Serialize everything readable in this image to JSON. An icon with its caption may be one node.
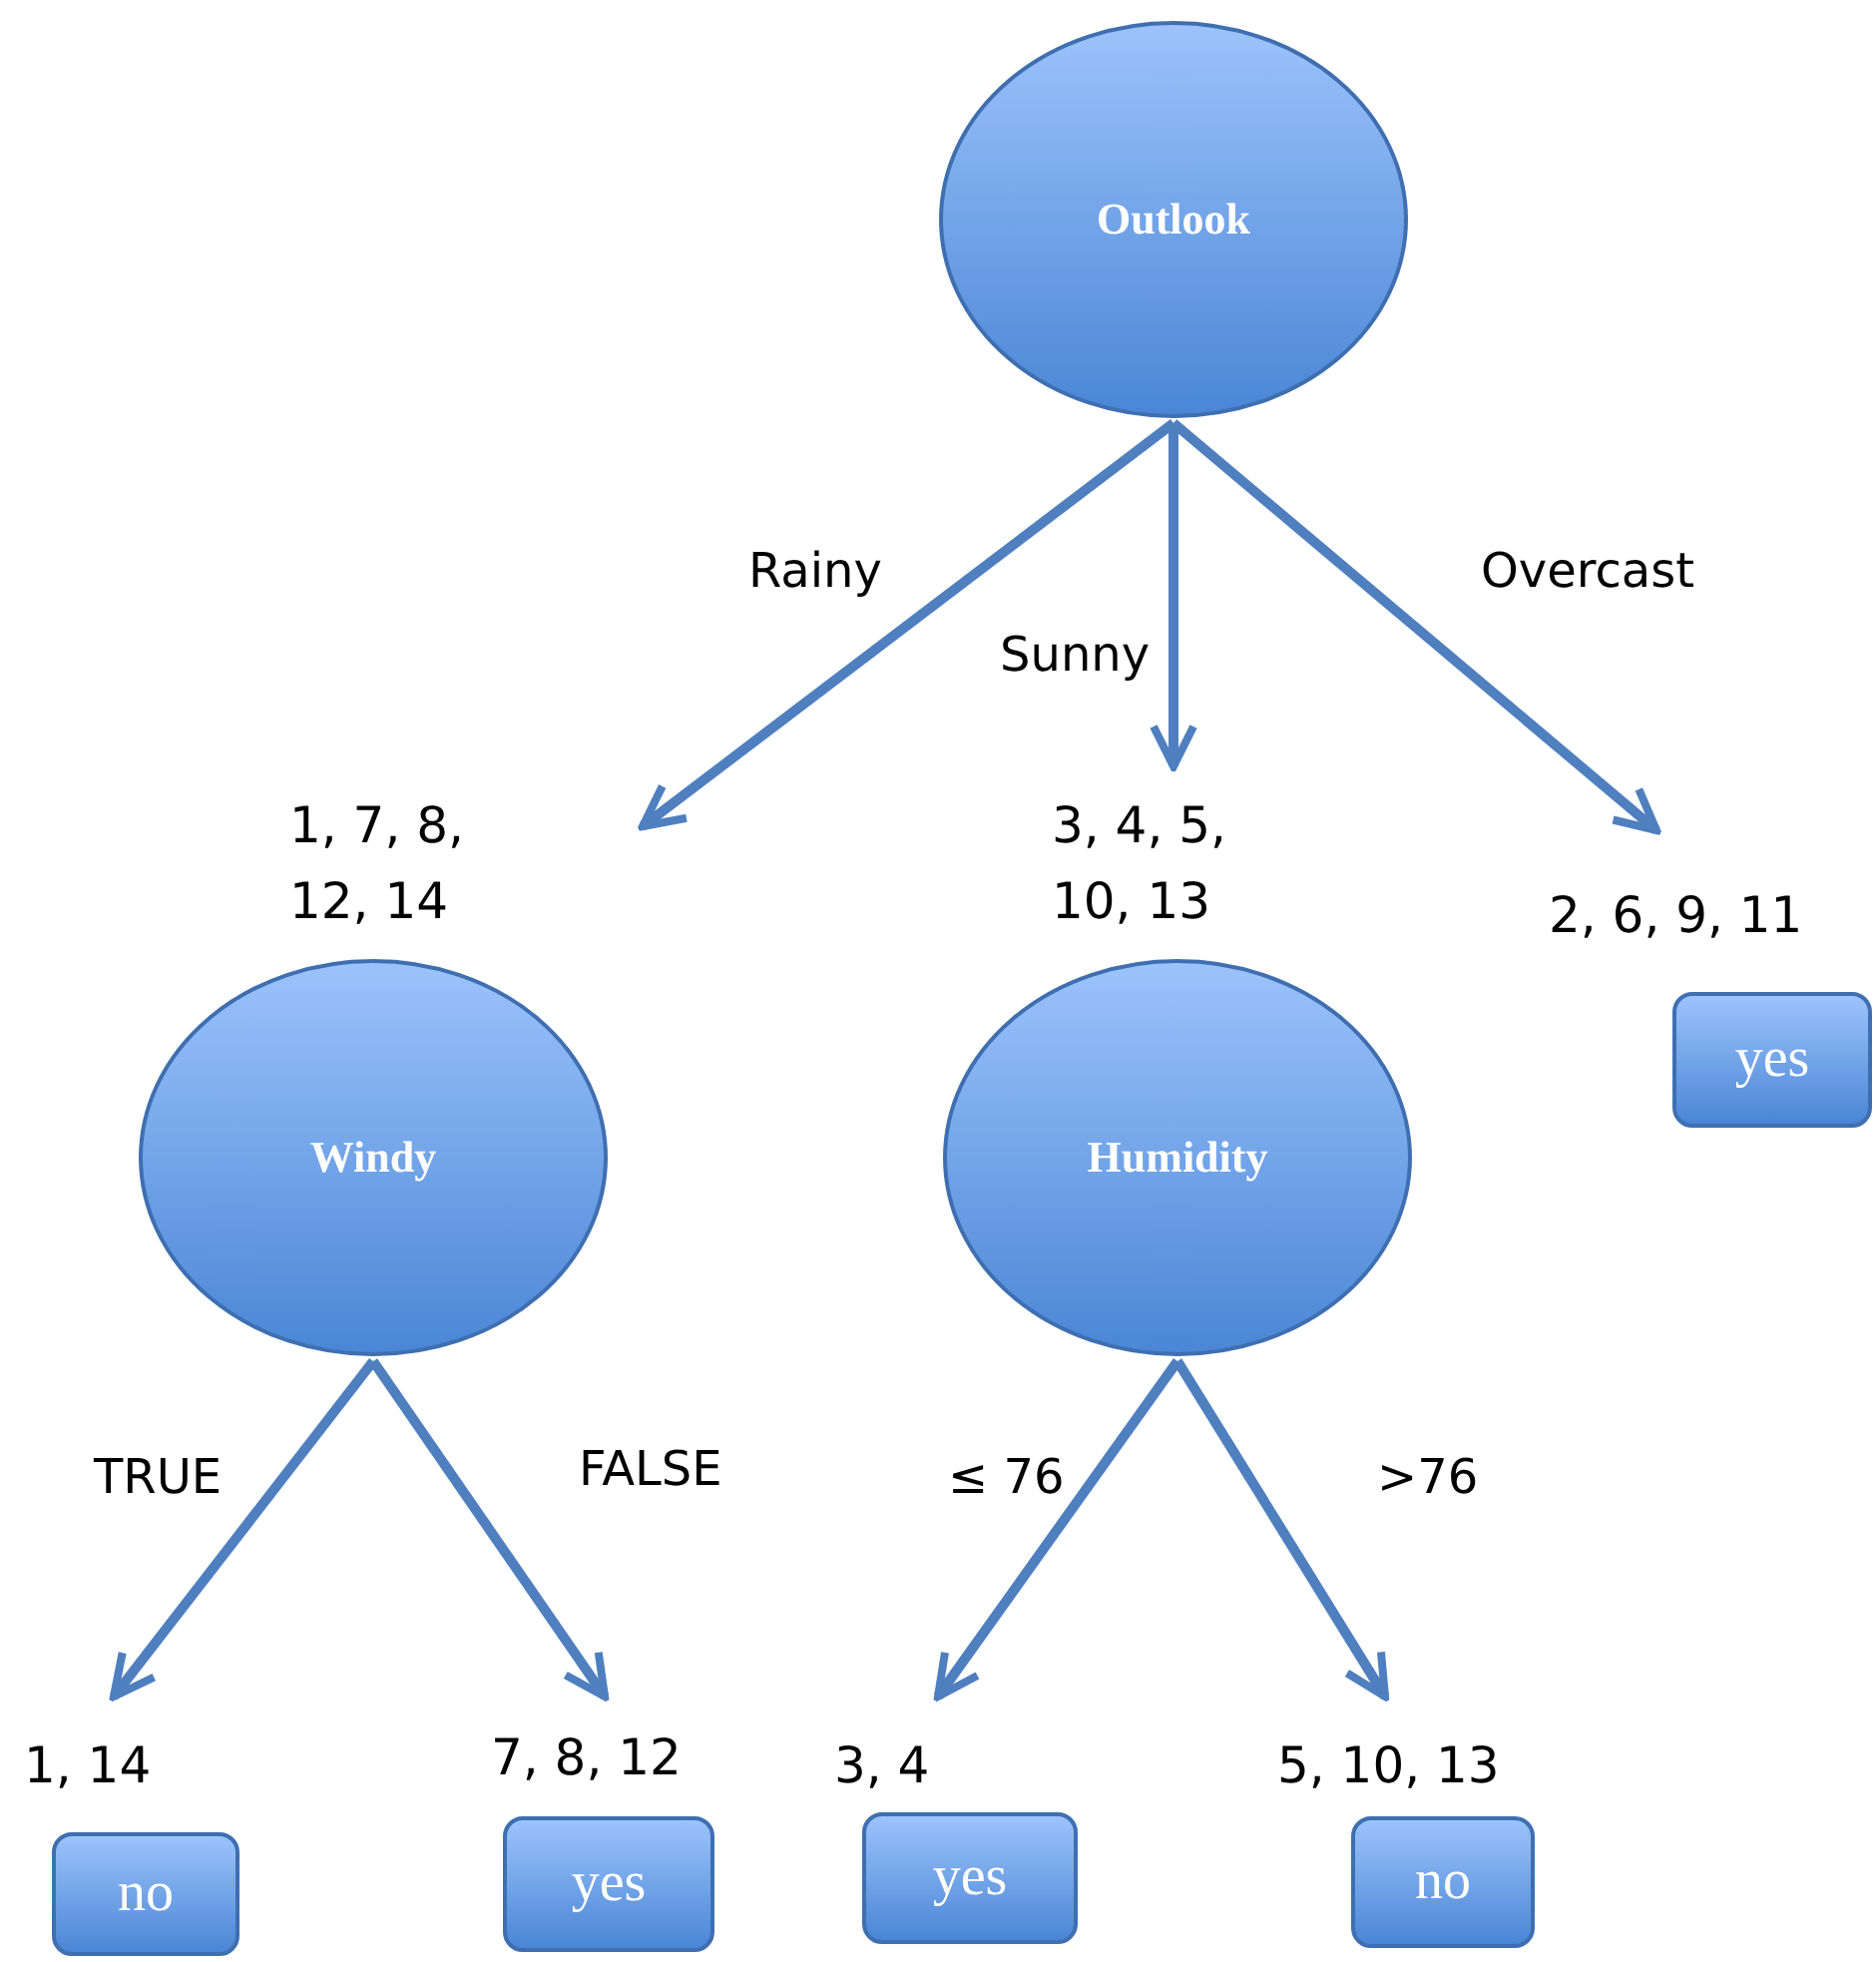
{
  "diagram": {
    "nodes": [
      {
        "text": [
          "Outlook"
        ]
      },
      {
        "text": [
          "Windy"
        ],
        "beside": [
          "1, 7, 8, 12, 14"
        ]
      },
      {
        "text": [
          "Humidity"
        ],
        "beside": [
          "3, 4, 5, 10, 13"
        ]
      },
      {
        "text": [
          "yes"
        ],
        "beside": [
          "2, 6, 9, 11"
        ]
      },
      {
        "text": [
          "no"
        ],
        "beside": [
          "1, 14"
        ]
      },
      {
        "text": [
          "yes"
        ],
        "beside": [
          "7, 8, 12"
        ]
      },
      {
        "text": [
          "yes"
        ],
        "beside": [
          "3, 4"
        ]
      },
      {
        "text": [
          "no"
        ],
        "beside": [
          "5, 10, 13"
        ]
      }
    ],
    "edges": [
      {
        "from": 0,
        "to": 1,
        "arrow": "to",
        "label": "Rainy"
      },
      {
        "from": 0,
        "to": 2,
        "arrow": "to",
        "label": "Sunny"
      },
      {
        "from": 0,
        "to": 3,
        "arrow": "to",
        "label": "Overcast"
      },
      {
        "from": 1,
        "to": 4,
        "arrow": "to",
        "label": "TRUE"
      },
      {
        "from": 1,
        "to": 5,
        "arrow": "to",
        "label": "FALSE"
      },
      {
        "from": 2,
        "to": 6,
        "arrow": "to",
        "label": "≤ 76"
      },
      {
        "from": 2,
        "to": 7,
        "arrow": "to",
        "label": ">76"
      }
    ]
  }
}
